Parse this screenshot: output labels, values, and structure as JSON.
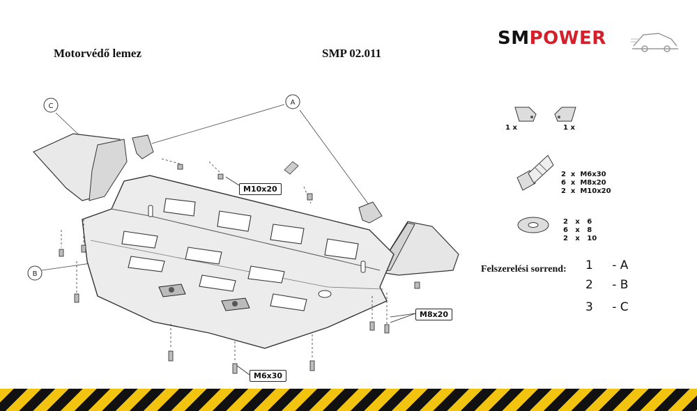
{
  "header": {
    "title": "Motorvédő lemez",
    "part_number": "SMP 02.011",
    "logo_sm": "SM",
    "logo_power": "POWER"
  },
  "colors": {
    "logo_red": "#d4202a",
    "stripe_yellow": "#f2c40f",
    "stripe_black": "#111111"
  },
  "diagram": {
    "labels": {
      "a": "A",
      "b": "B",
      "c": "C"
    },
    "callouts": {
      "m10": "M10x20",
      "m8": "M8x20",
      "m6": "M6x30"
    }
  },
  "parts": {
    "bracket_left_count": "1 x",
    "bracket_right_count": "1 x",
    "bolt_specs": "2  x  M6x30\n6  x  M8x20\n2  x  M10x20",
    "washer_specs": "2   x   6\n6   x   8\n2   x   10"
  },
  "installation_order": {
    "label": "Felszerelési sorrend:",
    "rows": [
      {
        "step": "1",
        "part": "- A"
      },
      {
        "step": "2",
        "part": "- B"
      },
      {
        "step": "3",
        "part": "- C"
      }
    ]
  }
}
